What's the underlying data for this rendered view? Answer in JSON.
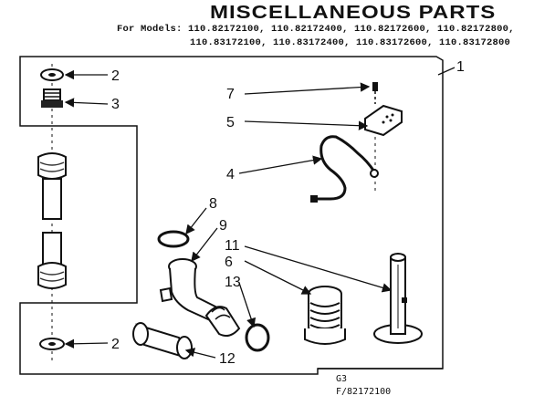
{
  "title": "MISCELLANEOUS PARTS",
  "models_line1": "For Models: 110.82172100, 110.82172400, 110.82172600, 110.82172800,",
  "models_line2": "110.83172100, 110.83172400, 110.83172600, 110.83172800",
  "footer_code": "G3",
  "footer_ref": "F/82172100",
  "callouts": {
    "c1": "1",
    "c2a": "2",
    "c2b": "2",
    "c3": "3",
    "c4": "4",
    "c5": "5",
    "c6": "6",
    "c7": "7",
    "c8": "8",
    "c9": "9",
    "c11": "11",
    "c12": "12",
    "c13": "13"
  }
}
